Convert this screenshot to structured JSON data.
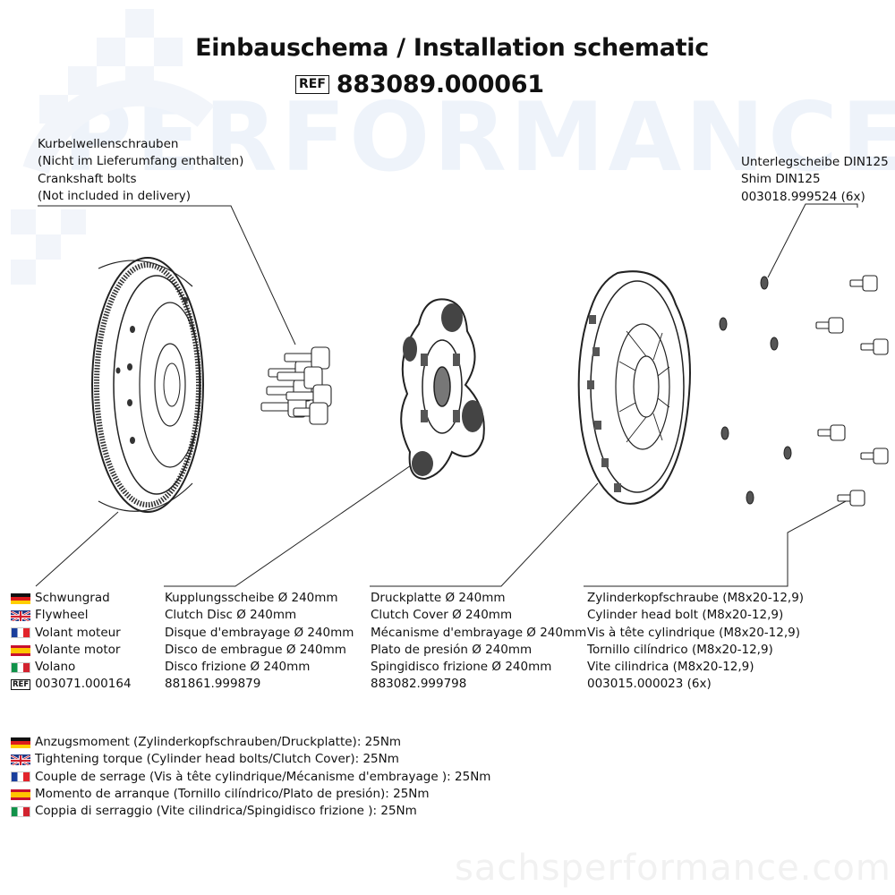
{
  "header": {
    "title": "Einbauschema / Installation schematic",
    "ref_label": "REF",
    "ref_number": "883089.000061"
  },
  "watermark": {
    "top": "PERFORMANCE",
    "bottom": "sachsperformance.com"
  },
  "callouts": {
    "crankshaft_bolts": [
      "Kurbelwellenschrauben",
      "(Nicht im Lieferumfang enthalten)",
      "Crankshaft bolts",
      "(Not included in delivery)"
    ],
    "shim": [
      "Unterlegscheibe DIN125",
      "Shim DIN125",
      "003018.999524 (6x)"
    ]
  },
  "parts": {
    "flywheel": {
      "names": [
        "Schwungrad",
        "Flywheel",
        "Volant moteur",
        "Volante motor",
        "Volano"
      ],
      "ref_label": "REF",
      "part_number": "003071.000164"
    },
    "clutch_disc": {
      "names": [
        "Kupplungsscheibe Ø 240mm",
        "Clutch Disc Ø 240mm",
        "Disque d'embrayage Ø 240mm",
        "Disco de embrague Ø 240mm",
        "Disco frizione Ø 240mm"
      ],
      "part_number": "881861.999879"
    },
    "clutch_cover": {
      "names": [
        "Druckplatte Ø 240mm",
        "Clutch Cover Ø 240mm",
        "Mécanisme d'embrayage Ø 240mm",
        "Plato de presión Ø 240mm",
        "Spingidisco frizione Ø 240mm"
      ],
      "part_number": "883082.999798"
    },
    "cylinder_head_bolt": {
      "names": [
        "Zylinderkopfschraube (M8x20-12,9)",
        "Cylinder head bolt (M8x20-12,9)",
        "Vis à tête cylindrique (M8x20-12,9)",
        "Tornillo cilíndrico (M8x20-12,9)",
        "Vite cilindrica (M8x20-12,9)"
      ],
      "part_number": "003015.000023 (6x)"
    }
  },
  "torque": [
    "Anzugsmoment (Zylinderkopfschrauben/Druckplatte):  25Nm",
    "Tightening torque  (Cylinder head bolts/Clutch Cover): 25Nm",
    "Couple de serrage (Vis à tête cylindrique/Mécanisme d'embrayage ): 25Nm",
    "Momento de arranque  (Tornillo cilíndrico/Plato de presión): 25Nm",
    "Coppia di serraggio (Vite cilindrica/Spingidisco frizione ): 25Nm"
  ],
  "flags": [
    "de",
    "gb",
    "fr",
    "es",
    "it"
  ]
}
